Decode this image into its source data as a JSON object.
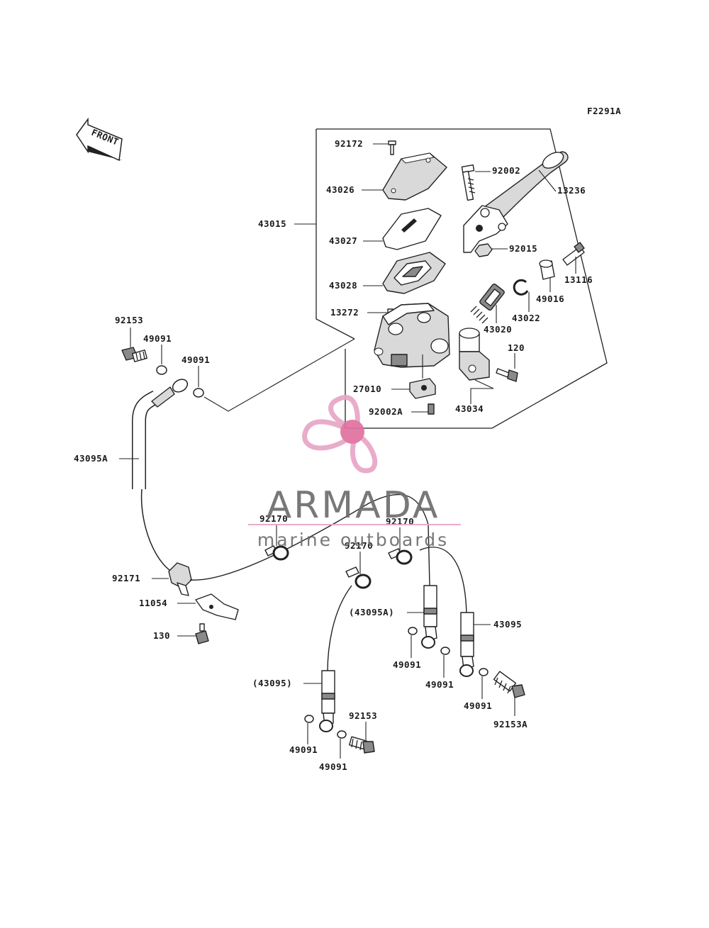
{
  "diagram": {
    "code": "F2291A",
    "front_label": "FRONT",
    "labels": {
      "p92172": "92172",
      "p43026": "43026",
      "p43015": "43015",
      "p43027": "43027",
      "p43028": "43028",
      "p13272": "13272",
      "p92002": "92002",
      "p13236": "13236",
      "p92015": "92015",
      "p13116": "13116",
      "p49016": "49016",
      "p43022": "43022",
      "p43020": "43020",
      "p120": "120",
      "p27010": "27010",
      "p92002A": "92002A",
      "p43034": "43034",
      "p92153_top": "92153",
      "p49091_a": "49091",
      "p49091_b": "49091",
      "p43095A": "43095A",
      "p92170_a": "92170",
      "p92170_b": "92170",
      "p92170_c": "92170",
      "p92171": "92171",
      "p11054": "11054",
      "p130": "130",
      "p43095A_paren": "(43095A)",
      "p43095": "43095",
      "p49091_c": "49091",
      "p49091_d": "49091",
      "p49091_e": "49091",
      "p92153A": "92153A",
      "p43095_paren": "(43095)",
      "p92153_bottom": "92153",
      "p49091_f": "49091",
      "p49091_g": "49091"
    }
  },
  "watermark": {
    "brand": "ARMADA",
    "tagline": "marine outboards",
    "logo_color": "#e8a6c6",
    "logo_core_color": "#e0719f",
    "text_color": "#6d6d6d"
  }
}
